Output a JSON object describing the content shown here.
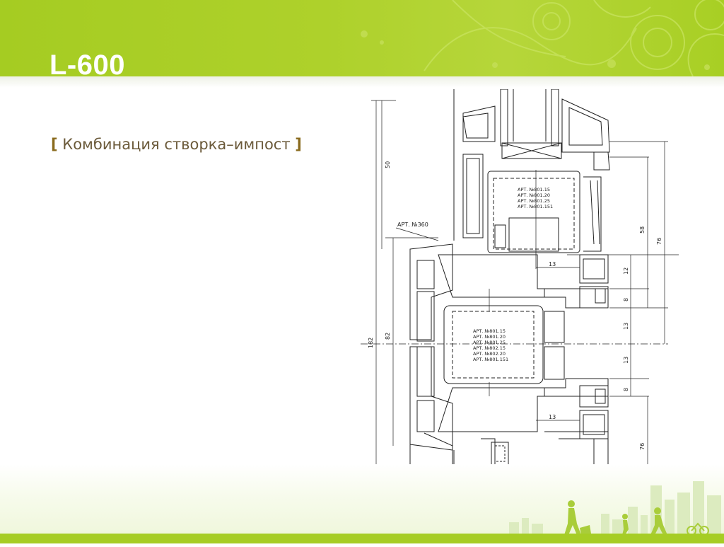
{
  "slide": {
    "title": "L-600",
    "subtitle_open": "[",
    "subtitle_text": " Комбинация створка–импост ",
    "subtitle_close": "]"
  },
  "drawing": {
    "dims": {
      "d50": "50",
      "d182": "182",
      "d82": "82",
      "d58": "58",
      "d76_top": "76",
      "d12": "12",
      "d8_top": "8",
      "d13_upper": "13",
      "d13_lower": "13",
      "d8_bottom": "8",
      "d13_horiz_top": "13",
      "d13_horiz_bottom": "13",
      "d76_bottom": "76"
    },
    "art_360": "АРТ. №360",
    "art_top": [
      "АРТ. №801.15",
      "АРТ. №801.20",
      "АРТ. №801.25",
      "АРТ. №801.151"
    ],
    "art_mid": [
      "АРТ. №801.15",
      "АРТ. №801.20",
      "АРТ. №801.25",
      "АРТ. №802.15",
      "АРТ. №802.20",
      "АРТ. №801.151"
    ]
  },
  "colors": {
    "header_green": "#a6cd25",
    "title_white": "#ffffff",
    "subtitle_brown": "#6b5a3a",
    "line_dark": "#222222"
  }
}
